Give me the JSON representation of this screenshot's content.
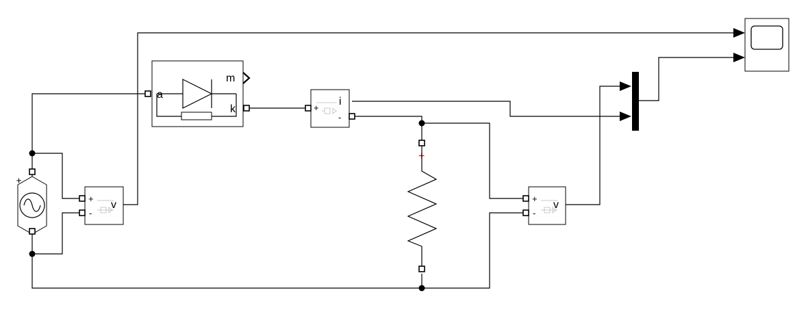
{
  "colors": {
    "line": "#000000",
    "background": "#ffffff",
    "polarity": "#e00000",
    "faint": "#bbbbbb"
  },
  "diode": {
    "port_a": "a",
    "port_k": "k",
    "port_m": "m"
  },
  "current_sensor": {
    "plus": "+",
    "minus": "-",
    "out": "i"
  },
  "vsensor_source": {
    "plus": "+",
    "minus": "-",
    "out": "v"
  },
  "vsensor_load": {
    "plus": "+",
    "minus": "-",
    "out": "v"
  },
  "resistor": {
    "polarity": "+"
  },
  "ac_source": {
    "polarity": "+"
  }
}
